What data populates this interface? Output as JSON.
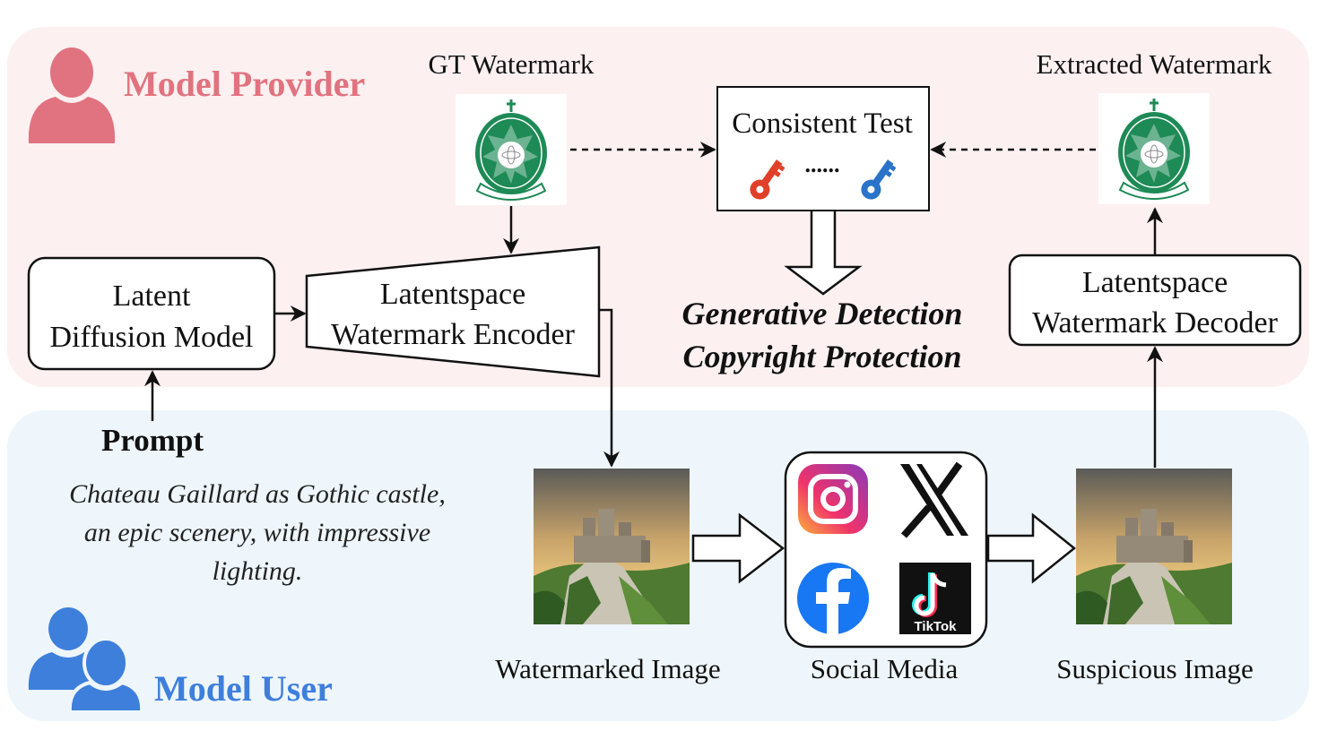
{
  "colors": {
    "provider_accent": "#e0737f",
    "provider_panel": "#fdf0f1",
    "user_accent": "#3e7fdc",
    "user_panel": "#eef6fb",
    "seal_green": "#1e8a56",
    "key_red": "#e0402a",
    "key_blue": "#2a73c8"
  },
  "provider": {
    "title": "Model Provider",
    "icon": "person-icon",
    "gt_watermark_label": "GT Watermark",
    "extracted_watermark_label": "Extracted Watermark",
    "consistent_test": {
      "title": "Consistent Test",
      "dots": "......",
      "icons": [
        "key-icon-red",
        "key-icon-blue"
      ]
    },
    "outcome_lines": [
      "Generative Detection",
      "Copyright Protection"
    ],
    "ldm_lines": [
      "Latent",
      "Diffusion Model"
    ],
    "encoder_lines": [
      "Latentspace",
      "Watermark Encoder"
    ],
    "decoder_lines": [
      "Latentspace",
      "Watermark Decoder"
    ]
  },
  "user": {
    "title": "Model User",
    "icon": "users-icon",
    "prompt_label": "Prompt",
    "prompt_lines": [
      "Chateau Gaillard as Gothic castle,",
      "an epic scenery, with impressive",
      "lighting."
    ],
    "watermarked_image_label": "Watermarked Image",
    "social_media_label": "Social Media",
    "suspicious_image_label": "Suspicious Image",
    "social_icons": [
      "instagram-icon",
      "x-icon",
      "facebook-icon",
      "tiktok-icon"
    ],
    "tiktok_text": "TikTok"
  }
}
